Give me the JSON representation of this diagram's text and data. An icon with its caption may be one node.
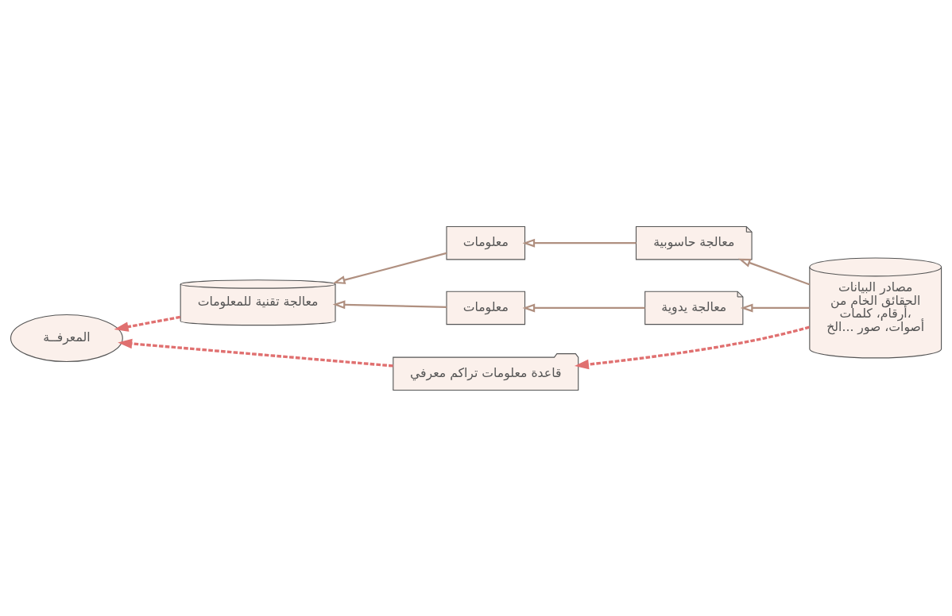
{
  "diagram": {
    "nodes": [
      {
        "text": [
          "مصادر البيانات الحقائق الخام من أرقام، كلمات، أصوات، صور ...الخ"
        ]
      },
      {
        "text": [
          "معالجة حاسوبية"
        ]
      },
      {
        "text": [
          "معالجة يدوية"
        ]
      },
      {
        "text": [
          "معلومات"
        ]
      },
      {
        "text": [
          "معلومات"
        ]
      },
      {
        "text": [
          "معالجة تقنية للمعلومات"
        ]
      },
      {
        "text": [
          "قاعدة معلومات تراكم معرفي"
        ]
      },
      {
        "text": [
          "المعرفــة"
        ]
      }
    ],
    "edges": [
      {
        "from": 0,
        "to": 1,
        "arrow": "to",
        "color": "#b09080"
      },
      {
        "from": 0,
        "to": 2,
        "arrow": "to",
        "color": "#b09080"
      },
      {
        "from": 1,
        "to": 3,
        "arrow": "to",
        "color": "#b09080"
      },
      {
        "from": 2,
        "to": 4,
        "arrow": "to",
        "color": "#b09080"
      },
      {
        "from": 3,
        "to": 5,
        "arrow": "to",
        "color": "#b09080"
      },
      {
        "from": 4,
        "to": 5,
        "arrow": "to",
        "color": "#b09080"
      },
      {
        "from": 5,
        "to": 7,
        "arrow": "to",
        "style": "dashed",
        "color": "#e07070"
      },
      {
        "from": 0,
        "to": 6,
        "arrow": "to",
        "style": "dashed",
        "color": "#e07070"
      },
      {
        "from": 6,
        "to": 7,
        "arrow": "to",
        "style": "dashed",
        "color": "#e07070"
      }
    ]
  }
}
